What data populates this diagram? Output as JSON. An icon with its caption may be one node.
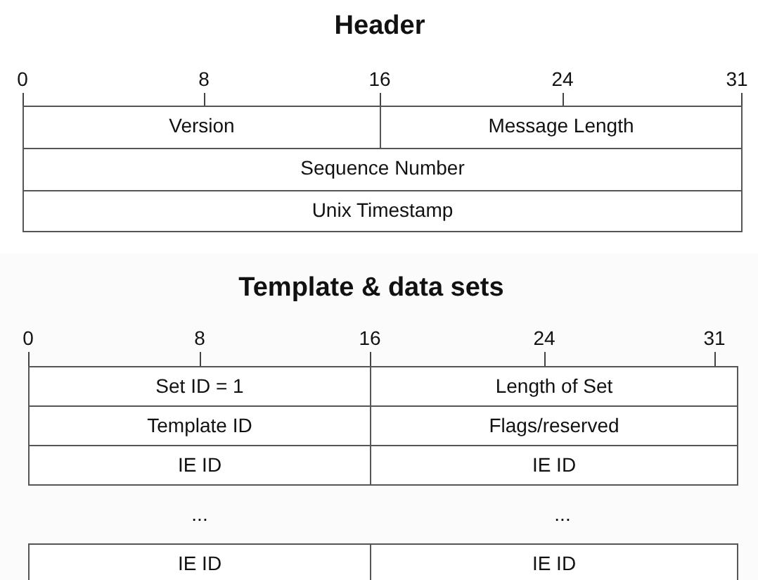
{
  "diagram": {
    "nodes": [
      {
        "text": [
          "Version"
        ]
      },
      {
        "text": [
          "Message Length"
        ]
      },
      {
        "text": [
          "Sequence Number"
        ]
      },
      {
        "text": [
          "Unix Timestamp"
        ]
      },
      {
        "text": [
          "Set ID = 1"
        ]
      },
      {
        "text": [
          "Length of Set"
        ]
      },
      {
        "text": [
          "Template ID"
        ]
      },
      {
        "text": [
          "Flags/reserved"
        ]
      },
      {
        "text": [
          "IE ID"
        ]
      },
      {
        "text": [
          "IE ID"
        ]
      },
      {
        "text": [
          "IE ID"
        ]
      },
      {
        "text": [
          "IE ID"
        ]
      }
    ],
    "labels": [
      "Header",
      "0",
      "8",
      "16",
      "24",
      "31",
      "Template & data sets",
      "0",
      "8",
      "16",
      "24",
      "31",
      "...",
      "..."
    ]
  }
}
